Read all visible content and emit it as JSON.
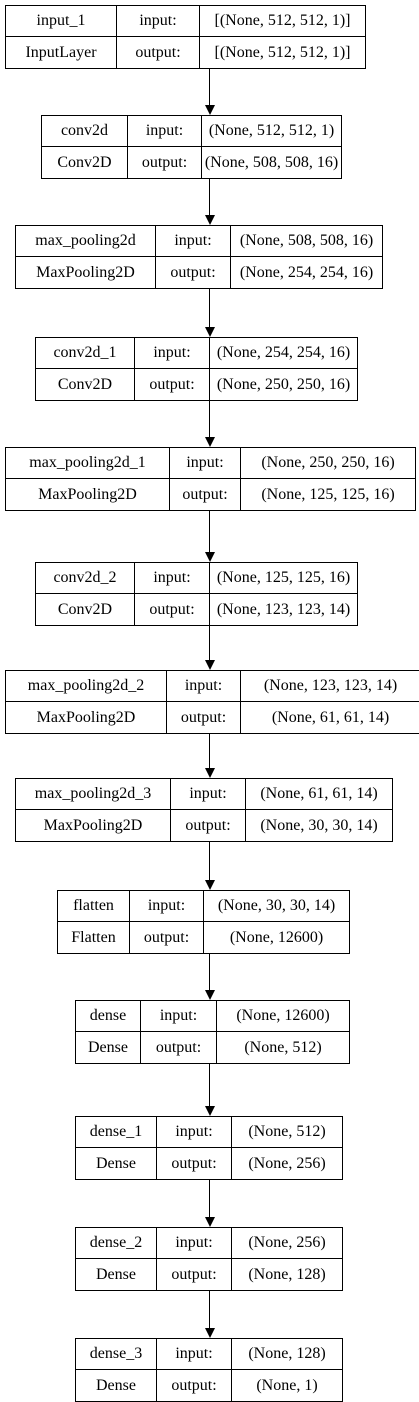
{
  "layers": [
    {
      "name": "input_1",
      "type": "InputLayer",
      "input": "[(None, 512, 512, 1)]",
      "output": "[(None, 512, 512, 1)]"
    },
    {
      "name": "conv2d",
      "type": "Conv2D",
      "input": "(None, 512, 512, 1)",
      "output": "(None, 508, 508, 16)"
    },
    {
      "name": "max_pooling2d",
      "type": "MaxPooling2D",
      "input": "(None, 508, 508, 16)",
      "output": "(None, 254, 254, 16)"
    },
    {
      "name": "conv2d_1",
      "type": "Conv2D",
      "input": "(None, 254, 254, 16)",
      "output": "(None, 250, 250, 16)"
    },
    {
      "name": "max_pooling2d_1",
      "type": "MaxPooling2D",
      "input": "(None, 250, 250, 16)",
      "output": "(None, 125, 125, 16)"
    },
    {
      "name": "conv2d_2",
      "type": "Conv2D",
      "input": "(None, 125, 125, 16)",
      "output": "(None, 123, 123, 14)"
    },
    {
      "name": "max_pooling2d_2",
      "type": "MaxPooling2D",
      "input": "(None, 123, 123, 14)",
      "output": "(None, 61, 61, 14)"
    },
    {
      "name": "max_pooling2d_3",
      "type": "MaxPooling2D",
      "input": "(None, 61, 61, 14)",
      "output": "(None, 30, 30, 14)"
    },
    {
      "name": "flatten",
      "type": "Flatten",
      "input": "(None, 30, 30, 14)",
      "output": "(None, 12600)"
    },
    {
      "name": "dense",
      "type": "Dense",
      "input": "(None, 12600)",
      "output": "(None, 512)"
    },
    {
      "name": "dense_1",
      "type": "Dense",
      "input": "(None, 512)",
      "output": "(None, 256)"
    },
    {
      "name": "dense_2",
      "type": "Dense",
      "input": "(None, 256)",
      "output": "(None, 128)"
    },
    {
      "name": "dense_3",
      "type": "Dense",
      "input": "(None, 128)",
      "output": "(None, 1)"
    }
  ],
  "labels": {
    "input": "input:",
    "output": "output:"
  }
}
